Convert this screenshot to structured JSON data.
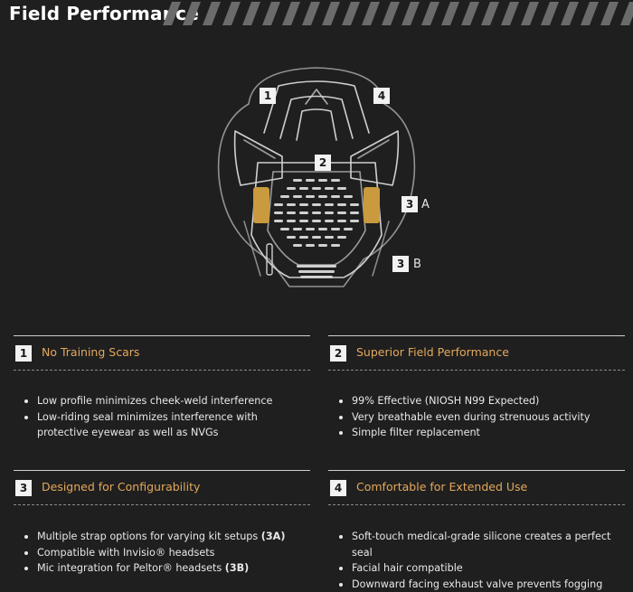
{
  "header": {
    "title": "Field Performance",
    "stripe_color": "#6b6b6b"
  },
  "diagram": {
    "labels": [
      {
        "num": "1"
      },
      {
        "num": "4"
      },
      {
        "num": "2"
      },
      {
        "num": "3",
        "letter": "A"
      },
      {
        "num": "3",
        "letter": "B"
      }
    ],
    "accent_color": "#c99a3e",
    "line_color": "#cfcfcf"
  },
  "sections": [
    {
      "num": "1",
      "title": "No Training Scars",
      "bullets": [
        {
          "text": "Low profile minimizes cheek-weld interference",
          "bold": ""
        },
        {
          "text": "Low-riding seal minimizes interference with protective eyewear as well as NVGs",
          "bold": ""
        }
      ]
    },
    {
      "num": "2",
      "title": "Superior Field Performance",
      "bullets": [
        {
          "text": "99% Effective (NIOSH N99 Expected)",
          "bold": ""
        },
        {
          "text": "Very breathable even during strenuous activity",
          "bold": ""
        },
        {
          "text": "Simple filter replacement",
          "bold": ""
        }
      ]
    },
    {
      "num": "3",
      "title": "Designed for Configurability",
      "bullets": [
        {
          "text": "Multiple strap options for varying kit setups ",
          "bold": "(3A)"
        },
        {
          "text": "Compatible with Invisio® headsets",
          "bold": ""
        },
        {
          "text": "Mic integration for Peltor® headsets ",
          "bold": "(3B)"
        }
      ]
    },
    {
      "num": "4",
      "title": "Comfortable for Extended Use",
      "bullets": [
        {
          "text": "Soft-touch medical-grade silicone creates a perfect seal",
          "bold": ""
        },
        {
          "text": "Facial hair compatible",
          "bold": ""
        },
        {
          "text": "Downward facing exhaust valve prevents fogging",
          "bold": ""
        }
      ]
    }
  ],
  "colors": {
    "background": "#1f1f1f",
    "accent": "#e4a85c",
    "text": "#e8e8e8"
  }
}
